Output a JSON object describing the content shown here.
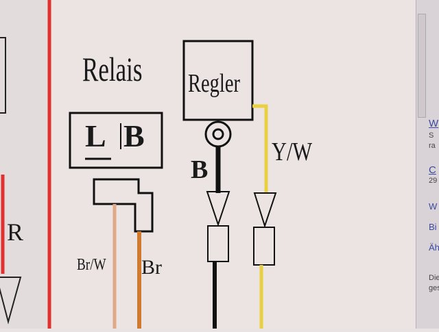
{
  "diagram": {
    "relay_title": "Relais",
    "relay_left": "L",
    "relay_right": "B",
    "regulator_label": "Regler",
    "black_wire_label": "B",
    "yellow_wire_label": "Y/W",
    "brown_white_label": "Br/W",
    "brown_label": "Br",
    "left_red_label": "R"
  },
  "sidebar": {
    "items": [
      "W",
      "S",
      "ra",
      "C",
      "29",
      "W",
      "Bi",
      "Äh",
      "Die",
      "ges"
    ]
  },
  "colors": {
    "red_line": "#e03030",
    "yellow_wire": "#e8d040",
    "brown_wire": "#d07a30",
    "brown_white_wire": "#e0a888",
    "black_wire": "#1a1a1a"
  }
}
